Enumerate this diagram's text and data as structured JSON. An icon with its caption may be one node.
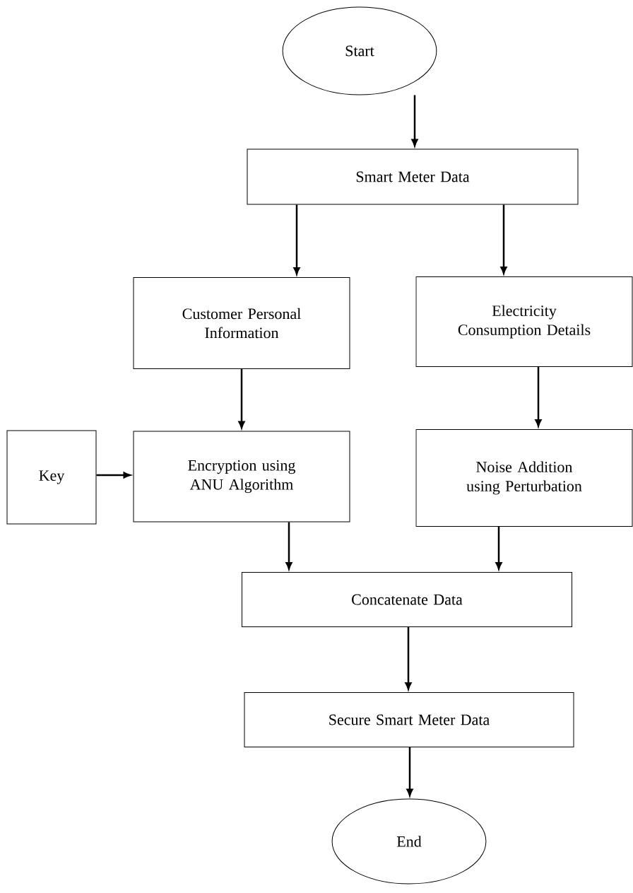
{
  "diagram": {
    "nodes": [
      {
        "text": [
          "Start"
        ]
      },
      {
        "text": [
          "Smart Meter Data"
        ]
      },
      {
        "text": [
          "Customer Personal Information"
        ]
      },
      {
        "text": [
          "Electricity Consumption Details"
        ]
      },
      {
        "text": [
          "Key"
        ]
      },
      {
        "text": [
          "Encryption using ANU Algorithm"
        ]
      },
      {
        "text": [
          "Noise Addition using Perturbation"
        ]
      },
      {
        "text": [
          "Concatenate Data"
        ]
      },
      {
        "text": [
          "Secure Smart Meter Data"
        ]
      },
      {
        "text": [
          "End"
        ]
      }
    ],
    "edges": [
      {
        "from": 0,
        "to": 1,
        "arrow": "to"
      },
      {
        "from": 1,
        "to": 2,
        "arrow": "to"
      },
      {
        "from": 1,
        "to": 3,
        "arrow": "to"
      },
      {
        "from": 2,
        "to": 5,
        "arrow": "to"
      },
      {
        "from": 4,
        "to": 5,
        "arrow": "to"
      },
      {
        "from": 3,
        "to": 6,
        "arrow": "to"
      },
      {
        "from": 5,
        "to": 7,
        "arrow": "to"
      },
      {
        "from": 6,
        "to": 7,
        "arrow": "to"
      },
      {
        "from": 7,
        "to": 8,
        "arrow": "to"
      },
      {
        "from": 8,
        "to": 9,
        "arrow": "to"
      }
    ]
  }
}
